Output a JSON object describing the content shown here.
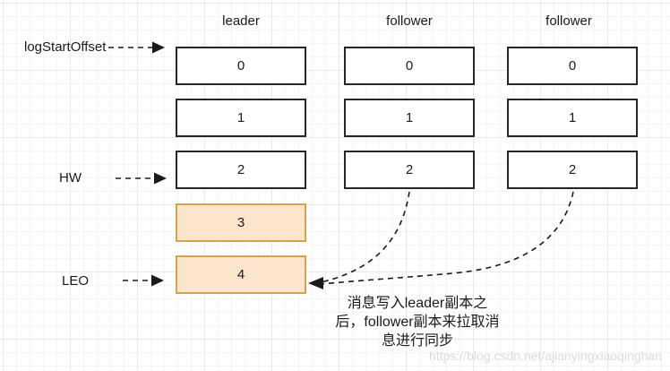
{
  "diagram": {
    "columns": [
      {
        "label": "leader",
        "cells": [
          "0",
          "1",
          "2",
          "3",
          "4"
        ]
      },
      {
        "label": "follower",
        "cells": [
          "0",
          "1",
          "2"
        ]
      },
      {
        "label": "follower",
        "cells": [
          "0",
          "1",
          "2"
        ]
      }
    ],
    "markers": {
      "log_start_offset": "logStartOffset",
      "hw": "HW",
      "leo": "LEO"
    },
    "annotation_lines": [
      "消息写入leader副本之",
      "后，follower副本来拉取消",
      "息进行同步"
    ],
    "watermark": "https://blog.csdn.net/ajianyingxiaoqinghan",
    "colors": {
      "box_stroke": "#262626",
      "highlight_fill": "#fce5cd",
      "highlight_stroke": "#d6a24a",
      "arrow": "#1a1a1a",
      "watermark": "#dbdbdb"
    }
  }
}
